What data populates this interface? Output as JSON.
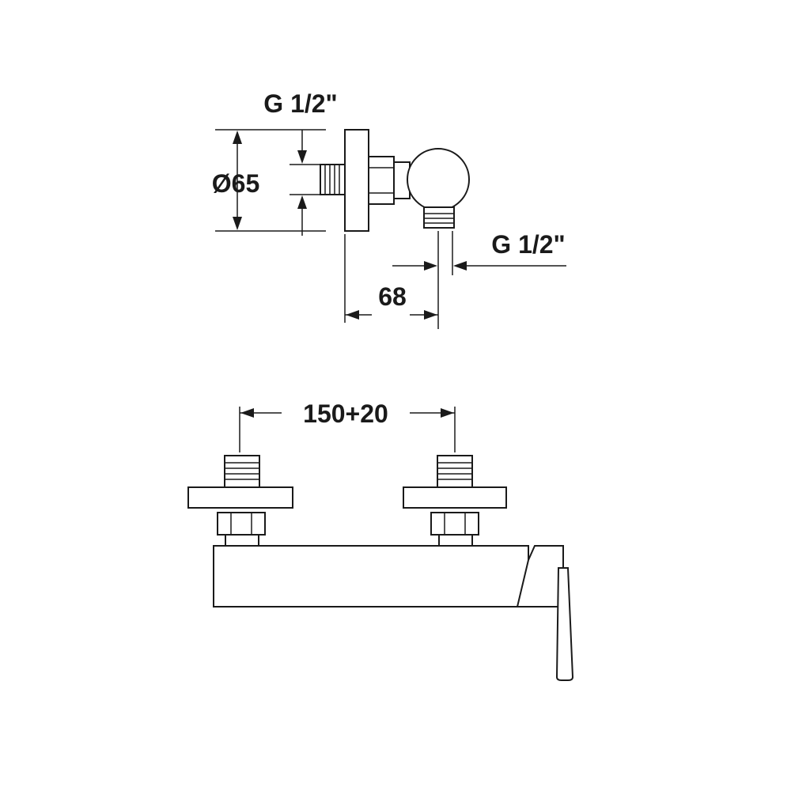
{
  "side_view": {
    "thread_top_label": "G 1/2\"",
    "diameter_label": "Ø65",
    "outlet_thread_label": "G 1/2\"",
    "depth_label": "68"
  },
  "front_view": {
    "spacing_label": "150+20"
  },
  "colors": {
    "line": "#1a1a1a",
    "background": "#ffffff"
  }
}
